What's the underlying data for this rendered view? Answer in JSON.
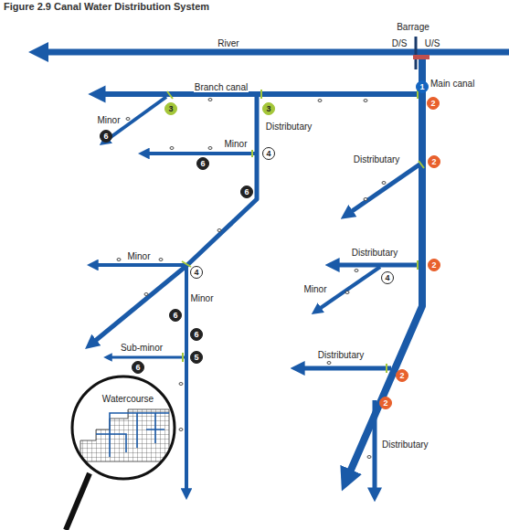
{
  "diagram": {
    "title": "Figure 2.9 Canal Water Distribution System",
    "nodes": [
      {
        "text": [
          "1"
        ]
      },
      {
        "text": [
          "2"
        ]
      },
      {
        "text": [
          "3"
        ]
      },
      {
        "text": [
          "3"
        ]
      },
      {
        "text": [
          "6"
        ]
      },
      {
        "text": [
          "4"
        ]
      },
      {
        "text": [
          "2"
        ]
      },
      {
        "text": [
          "6"
        ]
      },
      {
        "text": [
          "6"
        ]
      },
      {
        "text": [
          "2"
        ]
      },
      {
        "text": [
          "4"
        ]
      },
      {
        "text": [
          "4"
        ]
      },
      {
        "text": [
          "6"
        ]
      },
      {
        "text": [
          "6"
        ]
      },
      {
        "text": [
          "5"
        ]
      },
      {
        "text": [
          "6"
        ]
      },
      {
        "text": [
          "2"
        ]
      },
      {
        "text": [
          "2"
        ]
      }
    ],
    "labels": [
      "Barrage",
      "D/S",
      "U/S",
      "River",
      "Main canal",
      "Branch canal",
      "Minor",
      "Distributary",
      "Minor",
      "Distributary",
      "Distributary",
      "Minor",
      "Minor",
      "Minor",
      "Sub-minor",
      "Distributary",
      "Watercourse",
      "Distributary"
    ]
  }
}
